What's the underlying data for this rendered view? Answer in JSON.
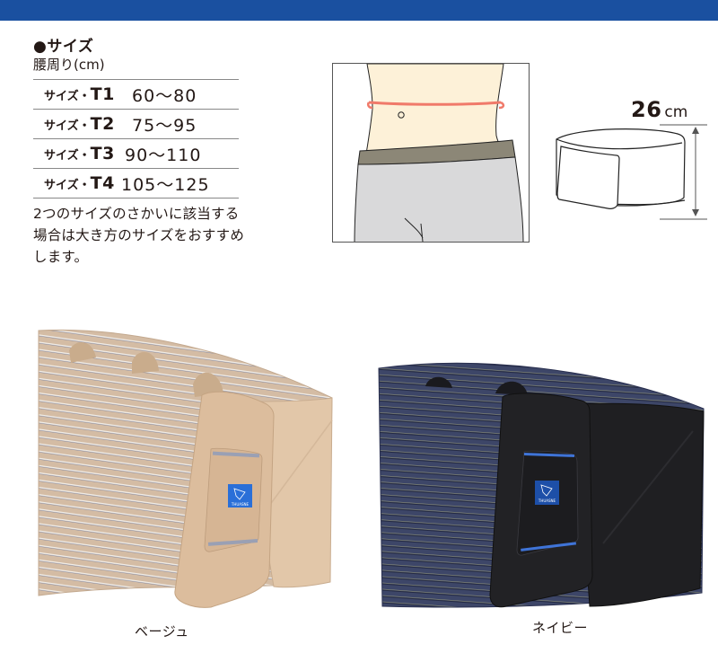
{
  "header": {
    "bar_color": "#1a50a0"
  },
  "size_section": {
    "title": "●サイズ",
    "subtitle": "腰周り(cm)",
    "rows": [
      {
        "label_prefix": "サイズ・",
        "code": "T1",
        "range": "60〜80"
      },
      {
        "label_prefix": "サイズ・",
        "code": "T2",
        "range": "75〜95"
      },
      {
        "label_prefix": "サイズ・",
        "code": "T3",
        "range": "90〜110"
      },
      {
        "label_prefix": "サイズ・",
        "code": "T4",
        "range": "105〜125"
      }
    ],
    "note": "2つのサイズのさかいに該当する場合は大き方のサイズをおすすめします。"
  },
  "illustration": {
    "waist_line_color": "#f07a6a",
    "skin_color": "#fdf1d8",
    "waistband_color": "#8c8777",
    "pants_color": "#d9d9da"
  },
  "belt_dimension": {
    "value": "26",
    "unit": "cm"
  },
  "products": [
    {
      "caption": "ベージュ",
      "color": "#d7bfa6",
      "brand": "THUASNE"
    },
    {
      "caption": "ネイビー",
      "color": "#3a4468",
      "brand": "THUASNE"
    }
  ]
}
